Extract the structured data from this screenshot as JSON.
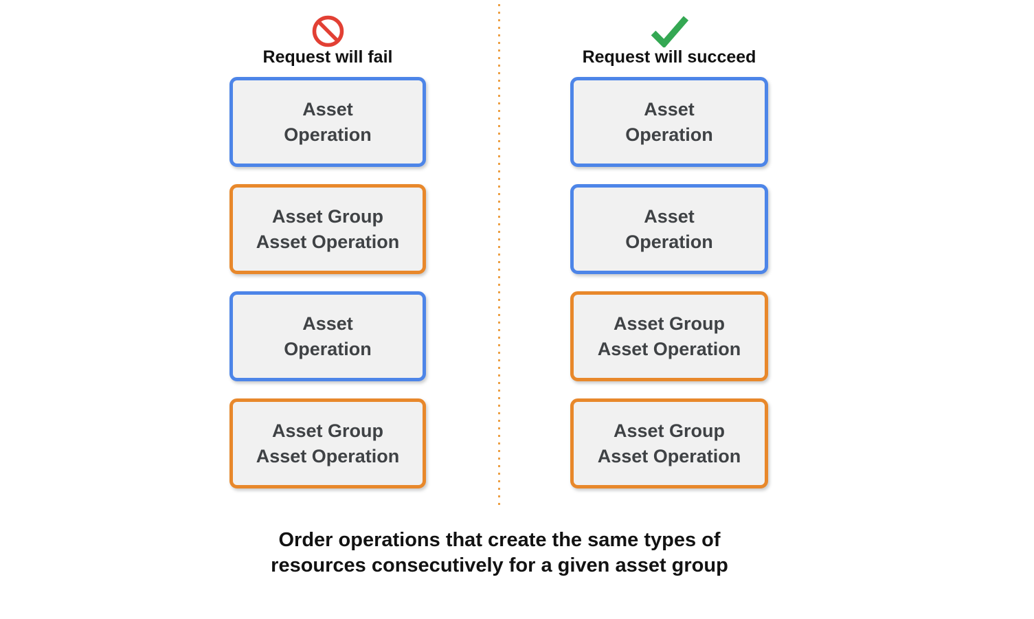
{
  "fail_column": {
    "title": "Request will fail",
    "icon": "prohibited-icon",
    "boxes": [
      {
        "type": "asset_operation",
        "line1": "Asset",
        "line2": "Operation"
      },
      {
        "type": "asset_group_asset_operation",
        "line1": "Asset Group",
        "line2": "Asset Operation"
      },
      {
        "type": "asset_operation",
        "line1": "Asset",
        "line2": "Operation"
      },
      {
        "type": "asset_group_asset_operation",
        "line1": "Asset Group",
        "line2": "Asset Operation"
      }
    ]
  },
  "succeed_column": {
    "title": "Request will succeed",
    "icon": "checkmark-icon",
    "boxes": [
      {
        "type": "asset_operation",
        "line1": "Asset",
        "line2": "Operation"
      },
      {
        "type": "asset_operation",
        "line1": "Asset",
        "line2": "Operation"
      },
      {
        "type": "asset_group_asset_operation",
        "line1": "Asset Group",
        "line2": "Asset Operation"
      },
      {
        "type": "asset_group_asset_operation",
        "line1": "Asset Group",
        "line2": "Asset Operation"
      }
    ]
  },
  "caption": {
    "line1": "Order operations that create the same types of",
    "line2": "resources consecutively for a given asset group"
  },
  "colors": {
    "asset_operation_border": "#4D85E8",
    "asset_group_operation_border": "#E8882B",
    "box_background": "#F1F1F1",
    "box_text": "#3F4245",
    "fail_icon_red": "#E24034",
    "succeed_icon_green": "#34A853",
    "divider_orange": "#EDA045",
    "heading_text": "#111111"
  }
}
